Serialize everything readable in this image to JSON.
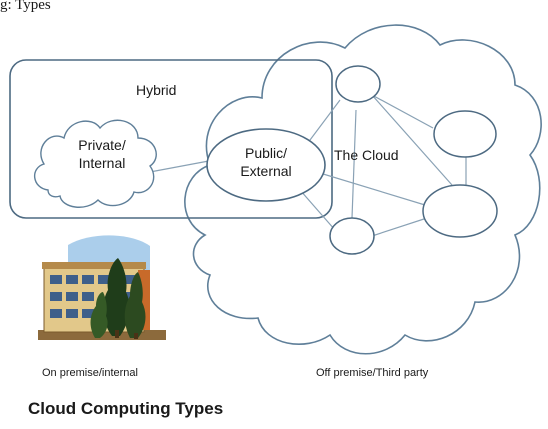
{
  "diagram": {
    "caption_fragment": "g: Types",
    "hybrid_label": "Hybrid",
    "private_label": "Private/\nInternal",
    "public_label": "Public/\nExternal",
    "cloud_label": "The Cloud",
    "on_premise_label": "On premise/internal",
    "off_premise_label": "Off premise/Third party",
    "title": "Cloud Computing Types",
    "icons": [
      "cloud-icon",
      "office-building-icon",
      "tree-icon"
    ]
  }
}
